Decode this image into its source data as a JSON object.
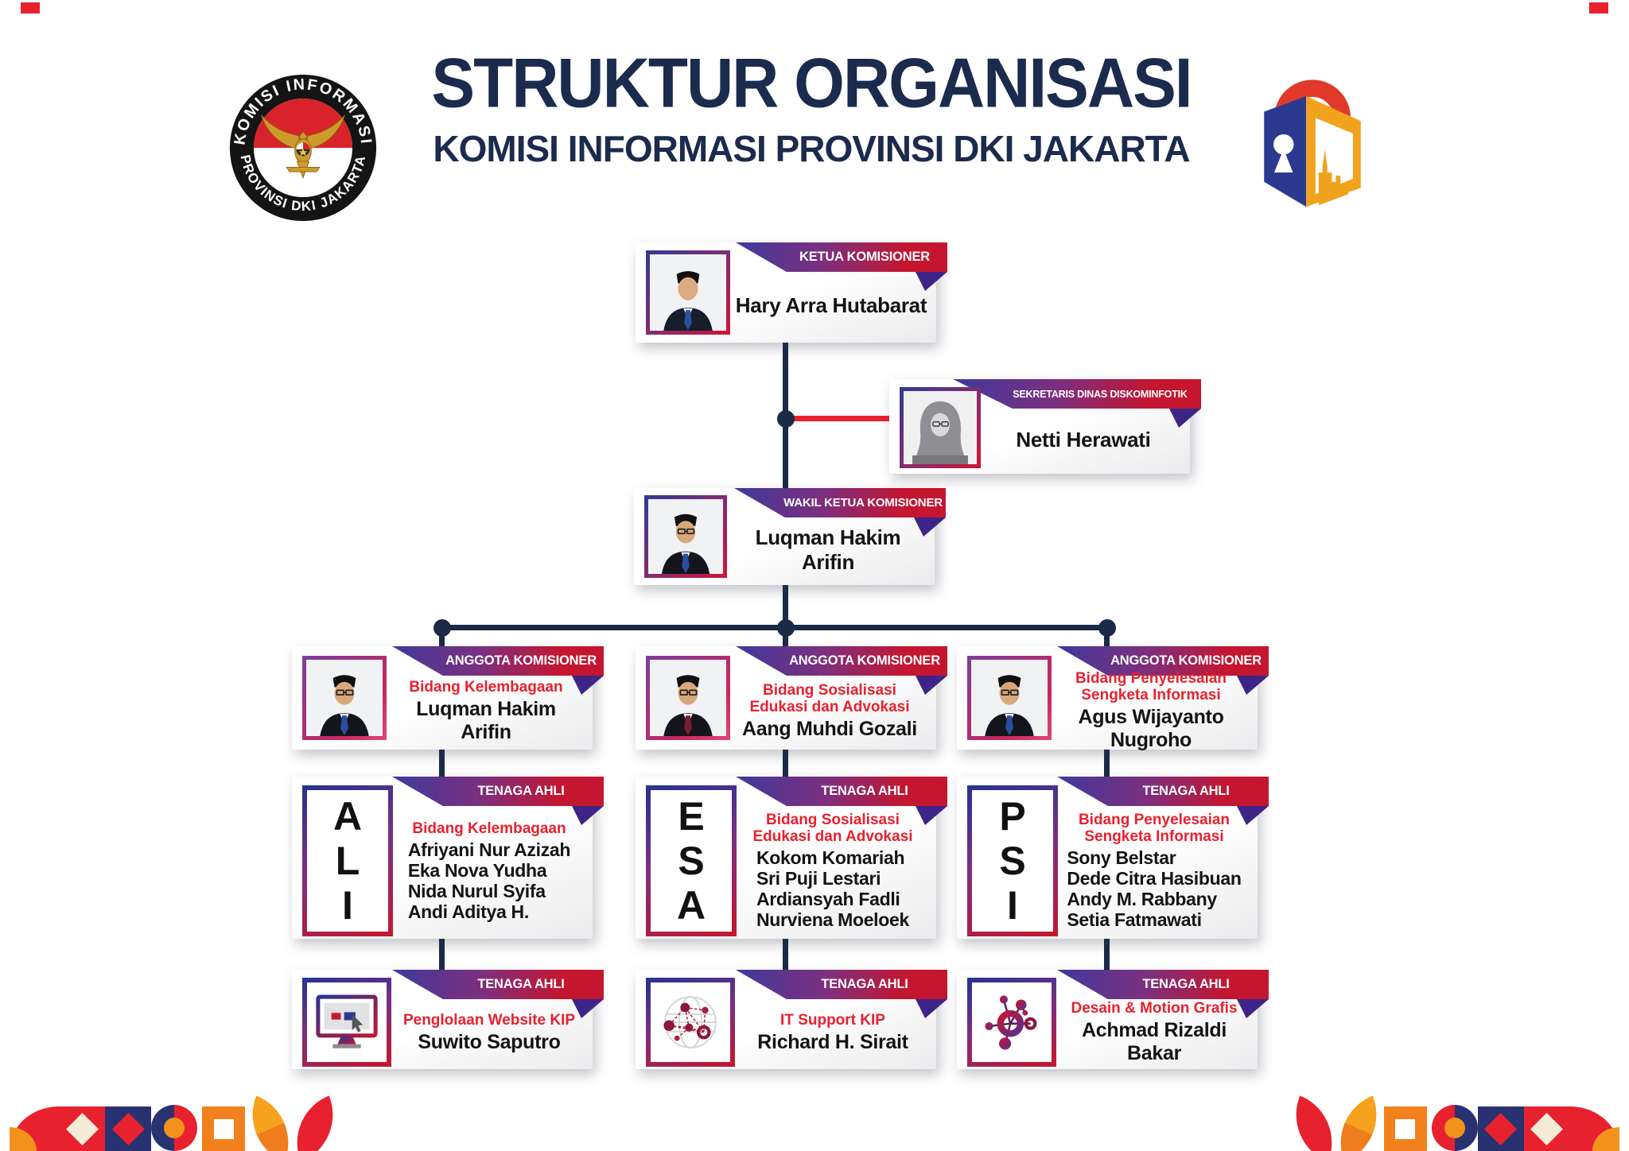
{
  "page": {
    "title": "STRUKTUR ORGANISASI",
    "subtitle": "KOMISI INFORMASI PROVINSI DKI JAKARTA"
  },
  "seal": {
    "top_text": "KOMISI INFORMASI",
    "bottom_text": "PROVINSI DKI JAKARTA"
  },
  "logos": {
    "left": "komisi-informasi-garuda-seal",
    "right": "open-padlock-city-logo"
  },
  "colors": {
    "navy_title": "#1B2B4D",
    "accent_red": "#E8212E",
    "line_navy": "#1A2A47",
    "ribbon_start": "#3E3A9B",
    "ribbon_mid": "#7C2F7F",
    "ribbon_end": "#C4162F",
    "ribbon_fold": "#3F2488"
  },
  "org": {
    "ketua": {
      "role": "KETUA KOMISIONER",
      "name": "Hary Arra Hutabarat"
    },
    "sekretaris": {
      "role": "SEKRETARIS DINAS DISKOMINFOTIK",
      "name": "Netti Herawati"
    },
    "wakil": {
      "role": "WAKIL KETUA KOMISIONER",
      "name": "Luqman Hakim Arifin"
    },
    "anggota": [
      {
        "role": "ANGGOTA KOMISIONER",
        "bidang": [
          "Bidang Kelembagaan"
        ],
        "name": "Luqman Hakim Arifin"
      },
      {
        "role": "ANGGOTA KOMISIONER",
        "bidang": [
          "Bidang Sosialisasi",
          "Edukasi dan Advokasi"
        ],
        "name": "Aang Muhdi Gozali"
      },
      {
        "role": "ANGGOTA KOMISIONER",
        "bidang": [
          "Bidang Penyelesaian",
          "Sengketa Informasi"
        ],
        "name": "Agus Wijayanto Nugroho"
      }
    ],
    "tenaga_ahli": [
      {
        "role": "TENAGA AHLI",
        "abbr": [
          "A",
          "L",
          "I"
        ],
        "bidang": [
          "Bidang Kelembagaan"
        ],
        "names": [
          "Afriyani Nur Azizah",
          "Eka Nova Yudha",
          "Nida Nurul Syifa",
          "Andi Aditya H."
        ]
      },
      {
        "role": "TENAGA AHLI",
        "abbr": [
          "E",
          "S",
          "A"
        ],
        "bidang": [
          "Bidang Sosialisasi",
          "Edukasi dan Advokasi"
        ],
        "names": [
          "Kokom Komariah",
          "Sri Puji Lestari",
          "Ardiansyah Fadli",
          "Nurviena Moeloek"
        ]
      },
      {
        "role": "TENAGA AHLI",
        "abbr": [
          "P",
          "S",
          "I"
        ],
        "bidang": [
          "Bidang Penyelesaian",
          "Sengketa Informasi"
        ],
        "names": [
          "Sony Belstar",
          "Dede Citra Hasibuan",
          "Andy M. Rabbany",
          "Setia Fatmawati"
        ]
      }
    ],
    "support": [
      {
        "role": "TENAGA AHLI",
        "bidang": [
          "Penglolaan Website KIP"
        ],
        "name": "Suwito Saputro",
        "icon": "monitor-cursor-icon"
      },
      {
        "role": "TENAGA AHLI",
        "bidang": [
          "IT Support KIP"
        ],
        "name": "Richard H. Sirait",
        "icon": "globe-network-icon"
      },
      {
        "role": "TENAGA AHLI",
        "bidang": [
          "Desain & Motion Grafis"
        ],
        "name": "Achmad Rizaldi Bakar",
        "icon": "molecule-icon"
      }
    ]
  }
}
